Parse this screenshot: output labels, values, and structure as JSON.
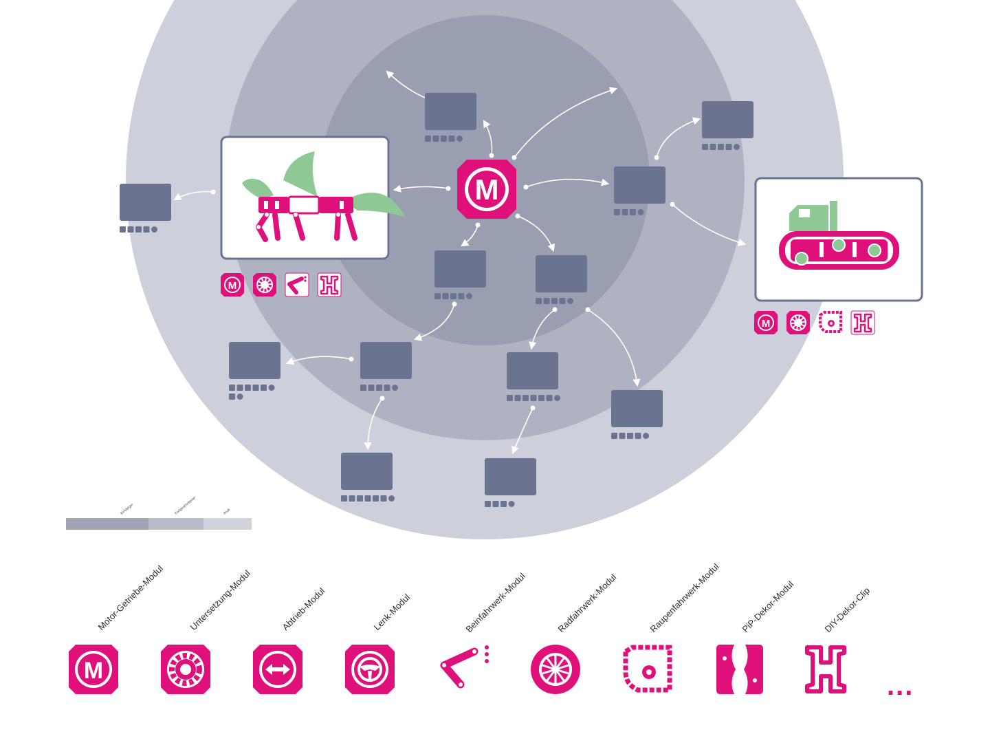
{
  "colors": {
    "ring_outer": "#cdd0db",
    "ring_mid2": "#aeb2c1",
    "ring_mid1": "#a0a5b6",
    "ring_inner": "#959aad",
    "node": "#6a738f",
    "magenta": "#e0107a",
    "green": "#8ec995",
    "arrow": "#ffffff"
  },
  "center_badge": {
    "letter": "M"
  },
  "legend": {
    "segments": [
      {
        "label": "Einsteiger",
        "color": "#a0a4b4"
      },
      {
        "label": "Fortgeschrittener",
        "color": "#b8bbc7"
      },
      {
        "label": "Profi",
        "color": "#d1d3dc"
      }
    ]
  },
  "examples": [
    {
      "name": "dragon-robot",
      "badges": [
        "motor",
        "gear",
        "leg",
        "diy"
      ]
    },
    {
      "name": "crawler-robot",
      "badges": [
        "motor",
        "gear",
        "track",
        "diy"
      ]
    }
  ],
  "modules": [
    {
      "label": "Motor-Getriebe-Modul",
      "icon": "motor-icon"
    },
    {
      "label": "Untersetzung-Modul",
      "icon": "gear-icon"
    },
    {
      "label": "Abtrieb-Modul",
      "icon": "double-arrow-icon"
    },
    {
      "label": "Lenk-Modul",
      "icon": "steering-wheel-icon"
    },
    {
      "label": "Beinfahrwerk-Modul",
      "icon": "leg-icon"
    },
    {
      "label": "Radfahrwerk-Modul",
      "icon": "wheel-icon"
    },
    {
      "label": "Raupenfahrwerk-Modul",
      "icon": "track-icon"
    },
    {
      "label": "PiP-Dekor-Modul",
      "icon": "pip-icon"
    },
    {
      "label": "DIY-Dekor-Clip",
      "icon": "diy-clip-icon"
    }
  ],
  "more_indicator": "..."
}
